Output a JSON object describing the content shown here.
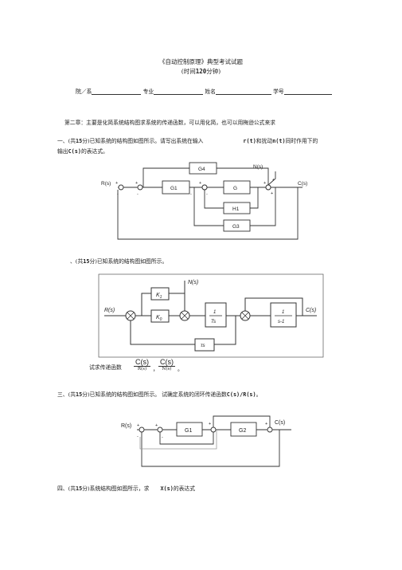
{
  "header": {
    "title": "《自动控制原理》典型考试试题",
    "duration_prefix": "(时间",
    "duration_value": "120",
    "duration_suffix": "分钟)"
  },
  "info_line": {
    "dept_label": "院／系",
    "major_label": "专业",
    "name_label": "姓名",
    "id_label": "学号"
  },
  "chapter": {
    "text": "第二章：主要是化简系统结构图求系统的传递函数，可以用化简，也可以用梅逊公式来求"
  },
  "q1": {
    "line1_a": "一、(共",
    "points": "15",
    "line1_b": "分)已知系统的结构图如图所示。请写出系统在输入",
    "input_sym": "r(t)",
    "line1_c": "和扰动",
    "dist_sym": "n(t)",
    "line1_d": "同时作用下的",
    "line2_a": "输出",
    "output_sym": "C(s)",
    "line2_b": "的表达式。",
    "diagram": {
      "input": "R(s)",
      "output": "C(s)",
      "disturbance": "N(s)",
      "blocks": [
        "G4",
        "G1",
        "G",
        "H1",
        "G3"
      ],
      "signs": [
        "+",
        "+",
        "+",
        "+",
        "-",
        "+",
        "+",
        "-",
        "-",
        "-"
      ]
    }
  },
  "q2": {
    "line1_a": "、(共",
    "points": "15",
    "line1_b": "分)已知系统的结构图如图所示。",
    "diagram": {
      "input": "R(s)",
      "output": "C(s)",
      "disturbance": "N(s)",
      "k1": "K",
      "k1_sub": "1",
      "k0": "K",
      "k0_sub": "0",
      "g1_num": "1",
      "g1_den": "Ts",
      "g2_num": "1",
      "g2_den": "s-1",
      "fb": "τs"
    },
    "ask": "试求传递函数",
    "frac1_num": "C(s)",
    "frac1_den": "R(s)",
    "frac2_num": "C(s)",
    "frac2_den": "N(s)",
    "sep": "，",
    "end": "。"
  },
  "q3": {
    "line_a": "三、(共",
    "points": "15",
    "line_b": "分)已知系统的结构图如图所示。 试确定系统的闭环传递函数",
    "tf": "C(s)/R(s)",
    "line_c": "。",
    "diagram": {
      "input": "R(s)",
      "output": "C(s)",
      "blocks": [
        "G1",
        "G2"
      ],
      "signs": [
        "+",
        "+",
        "+",
        "+",
        "-",
        "-"
      ]
    }
  },
  "q4": {
    "line_a": "四、(共",
    "points": "15",
    "line_b": "分)系统结构图如图所示，求",
    "sym": "X(s)",
    "line_c": "的表达式"
  }
}
